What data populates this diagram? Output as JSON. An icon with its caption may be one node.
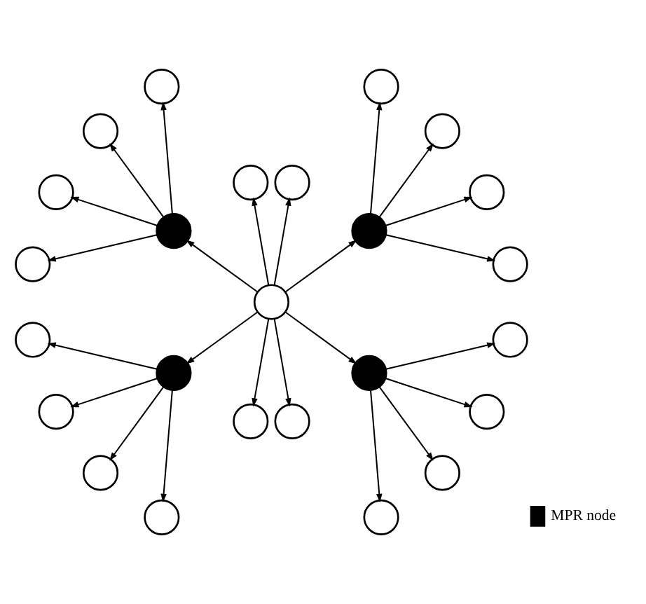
{
  "diagram": {
    "nodes": [
      {
        "text": [],
        "shape": "circle"
      },
      {
        "text": [],
        "shape": "circle"
      },
      {
        "text": [],
        "shape": "circle"
      },
      {
        "text": [],
        "shape": "circle"
      },
      {
        "text": [],
        "shape": "circle"
      },
      {
        "text": [],
        "shape": "circle"
      },
      {
        "text": [],
        "shape": "circle"
      },
      {
        "text": [],
        "shape": "circle"
      },
      {
        "text": [],
        "shape": "circle"
      },
      {
        "text": [],
        "shape": "circle"
      },
      {
        "text": [],
        "shape": "circle"
      },
      {
        "text": [],
        "shape": "circle"
      },
      {
        "text": [],
        "shape": "circle"
      },
      {
        "text": [],
        "shape": "circle"
      },
      {
        "text": [],
        "shape": "circle"
      },
      {
        "text": [],
        "shape": "circle"
      },
      {
        "text": [],
        "shape": "circle"
      },
      {
        "text": [],
        "shape": "circle"
      },
      {
        "text": [],
        "shape": "circle"
      },
      {
        "text": [],
        "shape": "circle"
      },
      {
        "text": [],
        "shape": "circle"
      },
      {
        "text": [],
        "shape": "circle"
      },
      {
        "text": [],
        "shape": "circle"
      },
      {
        "text": [],
        "shape": "circle"
      },
      {
        "text": [],
        "shape": "circle"
      }
    ],
    "edges": [
      {
        "from": 11,
        "to": 5,
        "arrow": "to"
      },
      {
        "from": 11,
        "to": 6,
        "arrow": "to"
      },
      {
        "from": 11,
        "to": 7,
        "arrow": "to"
      },
      {
        "from": 11,
        "to": 10,
        "arrow": "to"
      },
      {
        "from": 11,
        "to": 12,
        "arrow": "to"
      },
      {
        "from": 11,
        "to": 16,
        "arrow": "to"
      },
      {
        "from": 11,
        "to": 17,
        "arrow": "to"
      },
      {
        "from": 11,
        "to": 19,
        "arrow": "to"
      },
      {
        "from": 5,
        "to": 0,
        "arrow": "to"
      },
      {
        "from": 5,
        "to": 1,
        "arrow": "to"
      },
      {
        "from": 5,
        "to": 2,
        "arrow": "to"
      },
      {
        "from": 5,
        "to": 4,
        "arrow": "to"
      },
      {
        "from": 12,
        "to": 3,
        "arrow": "to"
      },
      {
        "from": 12,
        "to": 9,
        "arrow": "to"
      },
      {
        "from": 12,
        "to": 14,
        "arrow": "to"
      },
      {
        "from": 12,
        "to": 18,
        "arrow": "to"
      },
      {
        "from": 10,
        "to": 8,
        "arrow": "to"
      },
      {
        "from": 10,
        "to": 13,
        "arrow": "to"
      },
      {
        "from": 10,
        "to": 15,
        "arrow": "to"
      },
      {
        "from": 10,
        "to": 20,
        "arrow": "to"
      },
      {
        "from": 19,
        "to": 21,
        "arrow": "to"
      },
      {
        "from": 19,
        "to": 22,
        "arrow": "to"
      },
      {
        "from": 19,
        "to": 23,
        "arrow": "to"
      },
      {
        "from": 19,
        "to": 24,
        "arrow": "to"
      }
    ],
    "legend": [
      {
        "text": "MPR node",
        "color": "#000000"
      }
    ]
  }
}
